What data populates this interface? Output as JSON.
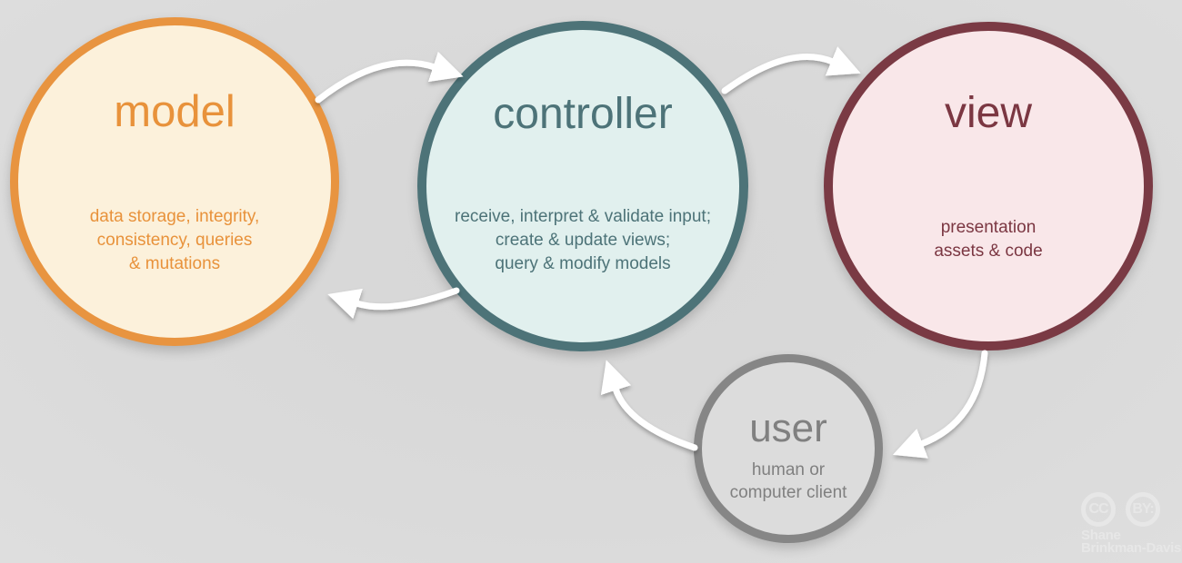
{
  "background_color": "#d9d9d9",
  "arrow_color": "#ffffff",
  "watermark_color": "#e7e7e7",
  "nodes": [
    {
      "id": "model",
      "title": "model",
      "description": "data storage, integrity,\nconsistency, queries\n& mutations",
      "border_color": "#e89440",
      "fill_color": "#fcf1db",
      "text_color": "#e8923b"
    },
    {
      "id": "controller",
      "title": "controller",
      "description": "receive, interpret & validate input;\ncreate & update views;\nquery & modify models",
      "border_color": "#4d7378",
      "fill_color": "#e1f0ee",
      "text_color": "#4d7378"
    },
    {
      "id": "view",
      "title": "view",
      "description": "presentation\nassets & code",
      "border_color": "#7a3a44",
      "fill_color": "#f9e7e9",
      "text_color": "#7b3742"
    },
    {
      "id": "user",
      "title": "user",
      "description": "human or\ncomputer client",
      "border_color": "#868686",
      "fill_color": "#dcdcdc",
      "text_color": "#808080"
    }
  ],
  "arrows": [
    {
      "name": "model-to-controller",
      "from": "model",
      "to": "controller"
    },
    {
      "name": "controller-to-view",
      "from": "controller",
      "to": "view"
    },
    {
      "name": "controller-to-model",
      "from": "controller",
      "to": "model"
    },
    {
      "name": "view-to-user",
      "from": "view",
      "to": "user"
    },
    {
      "name": "user-to-controller",
      "from": "user",
      "to": "controller"
    }
  ],
  "attribution": {
    "badge_cc": "CC",
    "badge_by": "BY:",
    "author_line1": "Shane",
    "author_line2": "Brinkman-Davis"
  }
}
